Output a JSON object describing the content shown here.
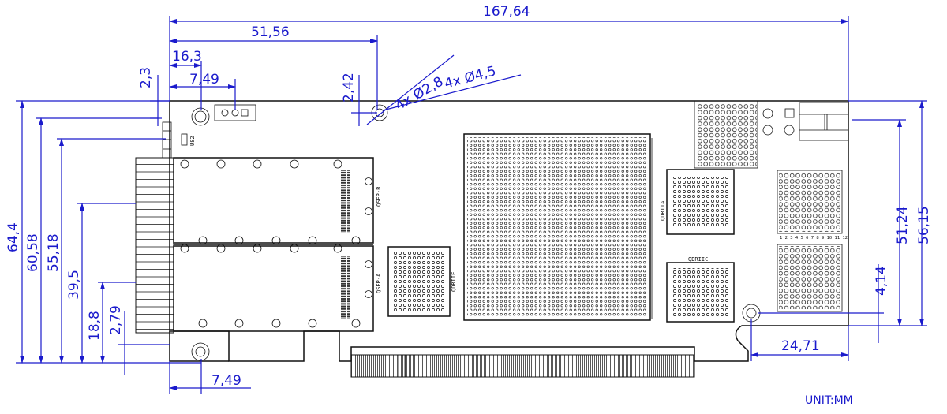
{
  "dimensions": {
    "overall_length": "167,64",
    "hole_x_from_left": "51,56",
    "hole_left_x": "16,3",
    "connector_x": "7,49",
    "top_offset": "2,3",
    "hole_top_offset": "2,42",
    "small_holes": "4x Ø2,8",
    "large_holes": "4x Ø4,5",
    "height_total": "64,4",
    "height_60": "60,58",
    "height_55": "55,18",
    "height_39": "39,5",
    "height_18": "18,8",
    "height_2": "2,79",
    "right_56": "56,15",
    "right_51": "51,24",
    "right_4": "4,14",
    "right_hole_x": "24,71",
    "bottom_hole_x": "7,49"
  },
  "labels": {
    "qsfp_b": "QSFP-B",
    "qsfp_a": "QSFP-A",
    "qdr_a": "QDRIIA",
    "qdr_c": "QDRIIC",
    "qdr_e": "QDRIIE",
    "u82": "U82",
    "bga_cols": "1 2 3 4 5 6 7 8 9 10 11 12",
    "unit": "UNIT:MM"
  }
}
